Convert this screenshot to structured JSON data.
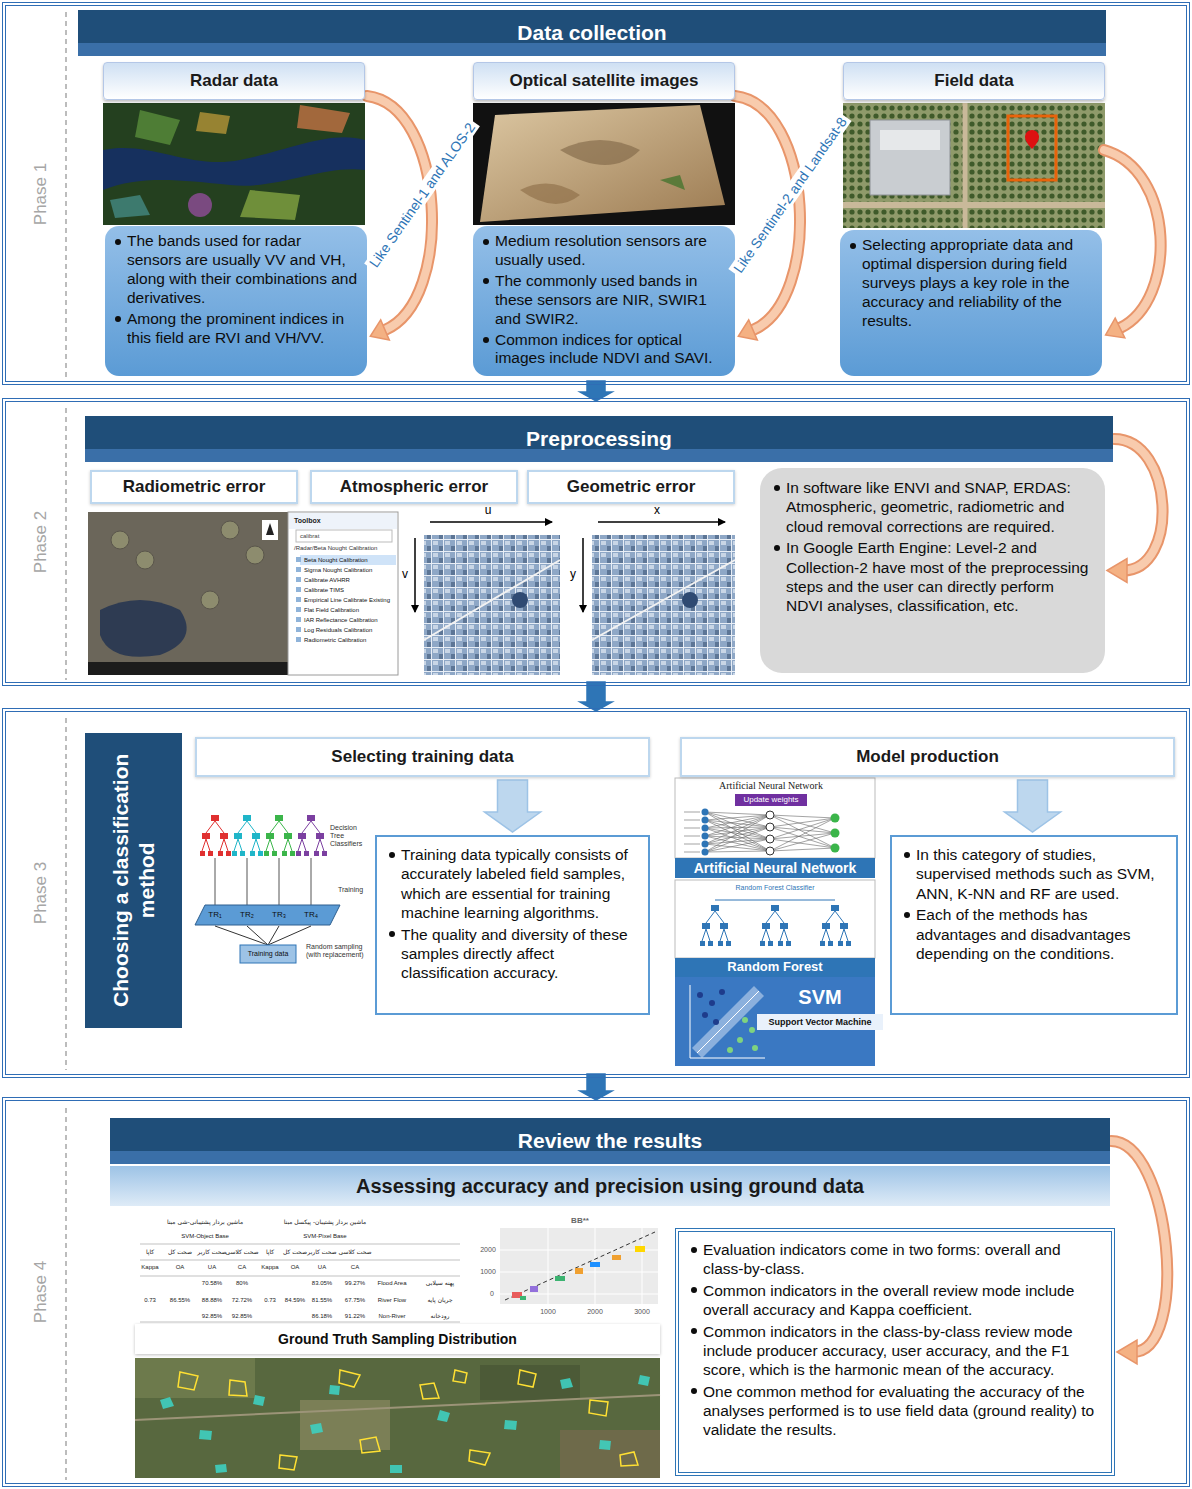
{
  "diagram": {
    "nodes": [
      {
        "text": [
          "Phase 1"
        ]
      },
      {
        "text": [
          "Data collection"
        ],
        "in": 0
      },
      {
        "text": [
          "Radar data"
        ],
        "in": 0
      },
      {
        "text": [
          "The bands used for radar sensors are usually VV and VH, along with their combinations and derivatives.",
          "Among the prominent indices in this field are RVI and VH/VV."
        ],
        "in": 0
      },
      {
        "text": [
          "Optical satellite images"
        ],
        "in": 0
      },
      {
        "text": [
          "Medium resolution sensors are usually used.",
          "The commonly used bands in these sensors are NIR, SWIR1 and SWIR2.",
          "Common indices for optical images include NDVI and SAVI."
        ],
        "in": 0
      },
      {
        "text": [
          "Field data"
        ],
        "in": 0
      },
      {
        "text": [
          "Selecting appropriate data and optimal dispersion during field surveys plays a key role in the accuracy and reliability of the results."
        ],
        "in": 0
      },
      {
        "text": [
          "Phase 2"
        ]
      },
      {
        "text": [
          "Preprocessing"
        ],
        "in": 8
      },
      {
        "text": [
          "Radiometric error"
        ],
        "in": 8
      },
      {
        "text": [
          "Atmospheric error"
        ],
        "in": 8
      },
      {
        "text": [
          "Geometric error"
        ],
        "in": 8
      },
      {
        "text": [
          "In software like ENVI and SNAP, ERDAS: Atmospheric, geometric, radiometric and cloud removal corrections are required.",
          "In Google Earth Engine: Level-2 and Collection-2 have most of the preprocessing steps and the user can directly perform NDVI analyses, classification, etc."
        ],
        "in": 8
      },
      {
        "text": [
          "Phase 3"
        ]
      },
      {
        "text": [
          "Choosing a classification method"
        ],
        "in": 14
      },
      {
        "text": [
          "Selecting training data"
        ],
        "in": 14
      },
      {
        "text": [
          "Training data typically consists of accurately labeled field samples, which are essential for training machine learning algorithms.",
          "The quality and diversity of these samples directly affect classification accuracy."
        ],
        "in": 14
      },
      {
        "text": [
          "Model production"
        ],
        "in": 14
      },
      {
        "text": [
          "In this category of studies, supervised methods such as SVM, ANN, K-NN and RF are used.",
          "Each of the methods has advantages and disadvantages depending on the conditions."
        ],
        "in": 14
      },
      {
        "text": [
          "Phase 4"
        ]
      },
      {
        "text": [
          "Review the results"
        ],
        "in": 20
      },
      {
        "text": [
          "Assessing accuracy and precision using ground data"
        ],
        "in": 20
      },
      {
        "text": [
          "Ground Truth Sampling Distribution"
        ],
        "in": 20
      },
      {
        "text": [
          "Evaluation indicators come in two forms: overall and class-by-class.",
          "Common indicators in the overall review mode include overall accuracy and Kappa coefficient.",
          "Common indicators in the class-by-class review mode include producer accuracy, user accuracy, and the F1 score, which is the harmonic mean of the accuracy.",
          "One common method for evaluating the accuracy of the analyses performed is to use field data (ground reality) to validate the results."
        ],
        "in": 20
      }
    ],
    "edges": [
      {
        "from": 0,
        "to": 8,
        "arrow": "to"
      },
      {
        "from": 8,
        "to": 14,
        "arrow": "to"
      },
      {
        "from": 14,
        "to": 20,
        "arrow": "to"
      },
      {
        "from": 9,
        "to": 13,
        "arrow": "to"
      },
      {
        "from": 16,
        "to": 17,
        "arrow": "to"
      },
      {
        "from": 18,
        "to": 19,
        "arrow": "to"
      },
      {
        "from": 21,
        "to": 24,
        "arrow": "to"
      }
    ],
    "labels": [
      "Like Sentinel-1 and ALOS-2",
      "Like Sentinel-2 and Landsat-8",
      "Toolbox",
      "calibrat",
      "/Radar/Beta Nought Calibration",
      "Beta Nought Calibration",
      "Sigma Nought Calibration",
      "Calibrate AVHRR",
      "Calibrate TIMS",
      "Empirical Line Calibrate Existing",
      "Flat Field Calibration",
      "IAR Reflectance Calibration",
      "Log Residuals Calibration",
      "Radiometric Calibration",
      "u",
      "v",
      "x",
      "y",
      "Decision Tree Classifiers",
      "Training",
      "TR₁",
      "TR₂",
      "TR₃",
      "TR₄",
      "Random sampling (with replacement)",
      "Training data",
      "Artificial Neural Network",
      "Update weights",
      "Artificial Neural Network",
      "Random Forest Classifier",
      "Random Forest",
      "SVM",
      "Support Vector Machine",
      "ماشین بردار پشتیبانی-شی مبنا",
      "ماشین بردار پشتیبان- پیکسل مبنا",
      "SVM-Object Base",
      "SVM-Pixel Base",
      "کاپا",
      "صحت کل",
      "صحت کاربر",
      "صحت کلاسی",
      "کاپا",
      "صحت کل",
      "صحت کاربر",
      "صحت کلاسی",
      "Kappa",
      "OA",
      "UA",
      "CA",
      "Kappa",
      "OA",
      "UA",
      "CA",
      "70.58%",
      "80%",
      "83.05%",
      "99.27%",
      "Flood Area",
      "پهنه سیلابی",
      "0.73",
      "86.55%",
      "88.88%",
      "72.72%",
      "0.73",
      "84.59%",
      "81.55%",
      "67.75%",
      "River Flow",
      "جریان پایه",
      "92.85%",
      "92.85%",
      "86.18%",
      "91.22%",
      "Non-River",
      "رودخانه",
      "BB**",
      "2000",
      "1000",
      "0",
      "1000",
      "2000",
      "3000"
    ]
  }
}
